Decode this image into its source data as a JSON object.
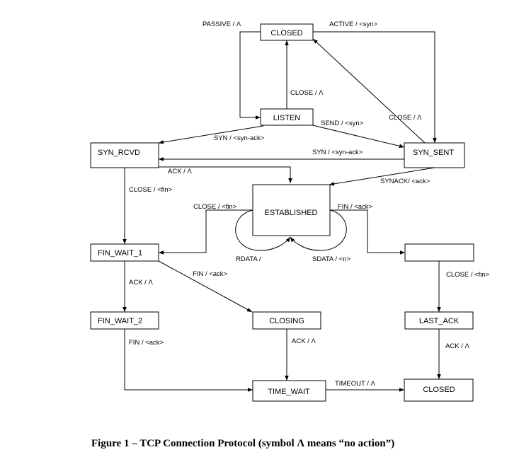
{
  "states": {
    "closed_top": "CLOSED",
    "listen": "LISTEN",
    "syn_rcvd": "SYN_RCVD",
    "syn_sent": "SYN_SENT",
    "established": "ESTABLISHED",
    "fin_wait_1": "FIN_WAIT_1",
    "close_wait": "",
    "fin_wait_2": "FIN_WAIT_2",
    "closing": "CLOSING",
    "last_ack": "LAST_ACK",
    "time_wait": "TIME_WAIT",
    "closed_bottom": "CLOSED"
  },
  "transitions": {
    "passive_open": "PASSIVE /   Λ",
    "active_open": "ACTIVE /   <syn>",
    "listen_close": "CLOSE /   Λ",
    "send_syn": "SEND / <syn>",
    "synsent_close": "CLOSE /   Λ",
    "listen_syn": "SYN / <syn-ack>",
    "simultaneous_syn": "SYN / <syn-ack>",
    "synrcvd_ack": "ACK /   Λ",
    "synack": "SYNACK/ <ack>",
    "synrcvd_close": "CLOSE / <fin>",
    "est_close": "CLOSE / <fin>",
    "est_fin": "FIN / <ack>",
    "rdata": "RDATA /",
    "sdata": "SDATA / <n>",
    "fw1_ack": "ACK /   Λ",
    "fw1_fin": "FIN / <ack>",
    "closewait_close": "CLOSE / <fin>",
    "fw2_fin": "FIN / <ack>",
    "closing_ack": "ACK / Λ",
    "lastack_ack": "ACK /   Λ",
    "timeout": "TIMEOUT /   Λ"
  },
  "caption": "Figure 1 – TCP Connection Protocol (symbol Λ means “no action”)"
}
